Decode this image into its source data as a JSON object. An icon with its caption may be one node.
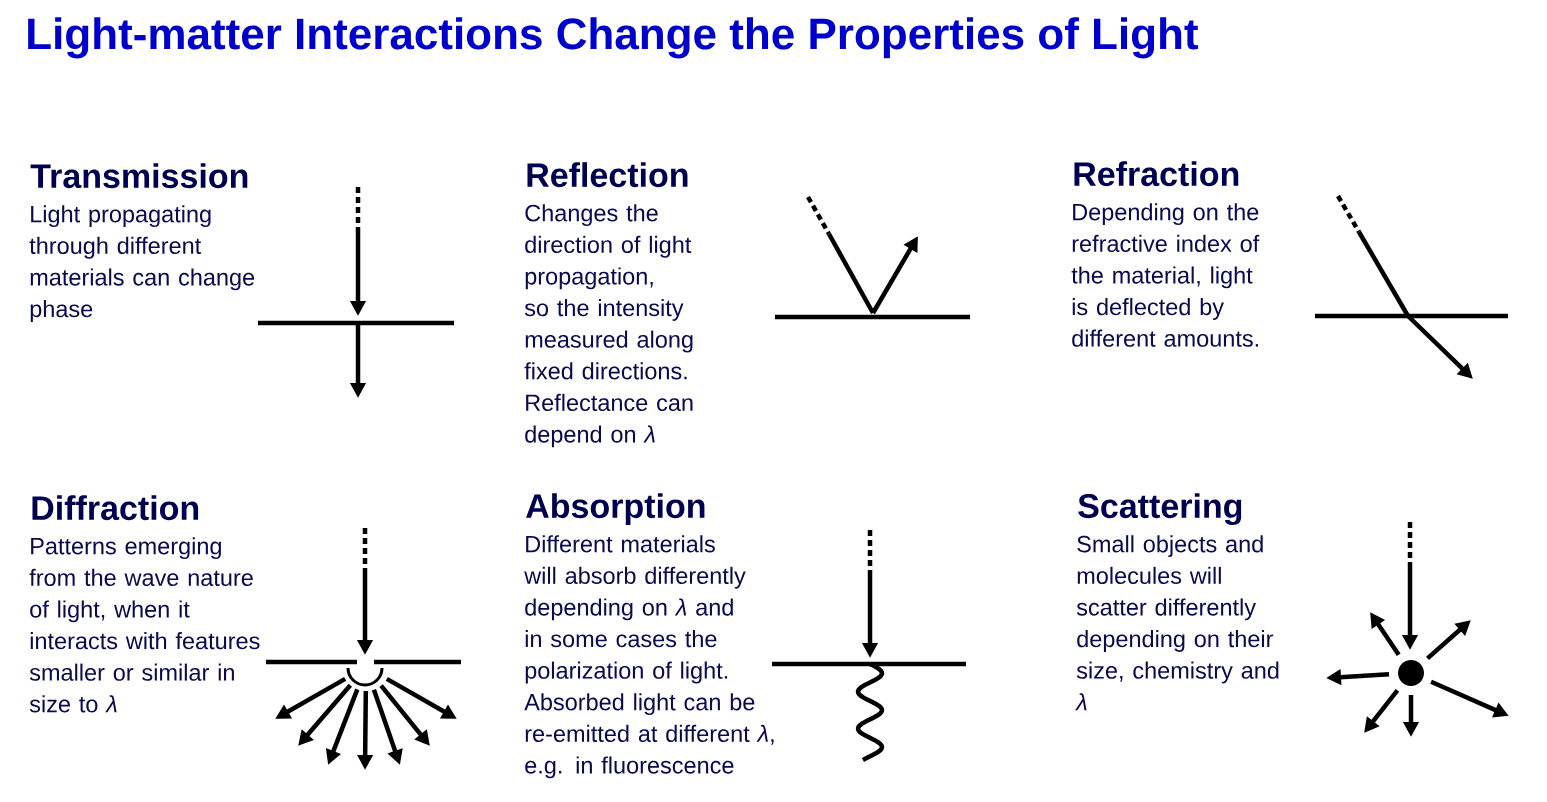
{
  "diagram": {
    "title": "Light-matter Interactions Change the Properties of Light",
    "labels": [
      "Transmission",
      "Light propagating through different materials can change phase",
      "Reflection",
      "Changes the direction of light propagation, so the intensity measured along fixed directions. Reflectance can depend on *λ*",
      "Refraction",
      "Depending on the refractive index of the material, light is deflected by different amounts.",
      "Diffraction",
      "Patterns emerging from the wave nature of light, when it interacts with features smaller or similar in size to *λ*",
      "Absorption",
      "Different materials will absorb differently depending on *λ* and in some cases the polarization of light. Absorbed light can be re-emitted at different *λ*, e.g. in fluorescence",
      "Scattering",
      "Small objects and molecules will scatter differently depending on their size, chemistry and *λ*"
    ]
  }
}
